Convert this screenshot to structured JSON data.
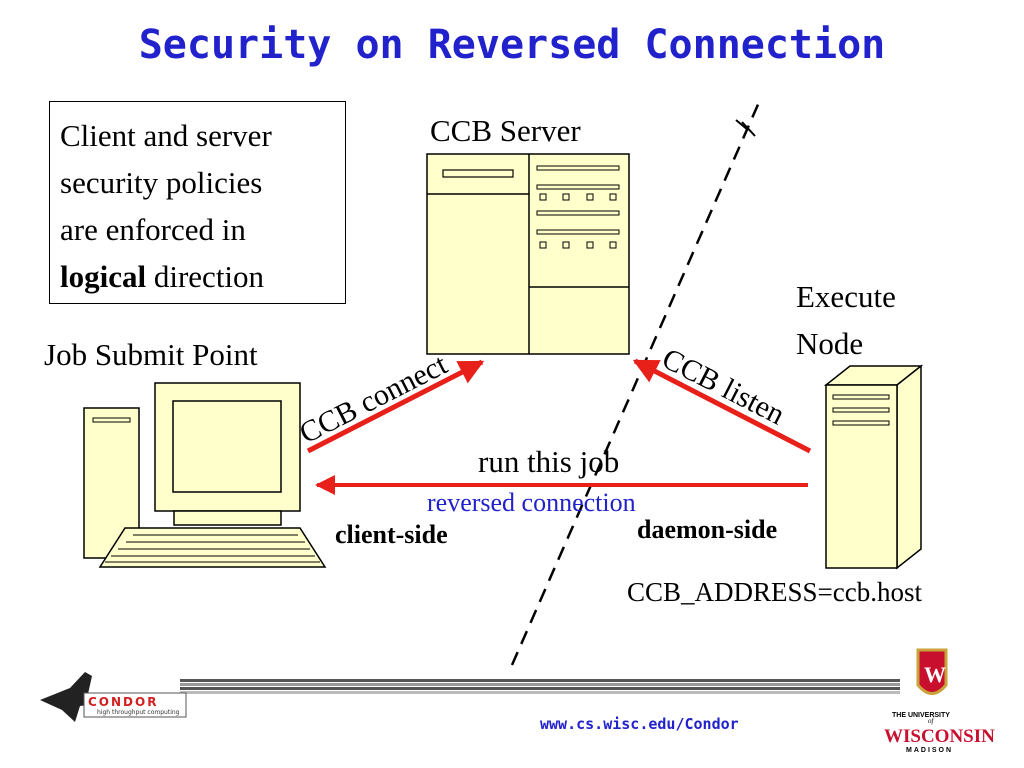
{
  "title": "Security on Reversed Connection",
  "policy_box": {
    "line1": "Client and server",
    "line2": "security policies",
    "line3": "are enforced in",
    "bold_word": "logical",
    "line4_rest": " direction"
  },
  "nodes": {
    "ccb_server": "CCB Server",
    "job_submit_point": "Job Submit Point",
    "execute_node_line1": "Execute",
    "execute_node_line2": "Node"
  },
  "arrows": {
    "ccb_connect": "CCB connect",
    "ccb_listen": "CCB listen",
    "run_job": "run this job",
    "reversed_connection": "reversed connection"
  },
  "side_labels": {
    "client_side": "client-side",
    "daemon_side": "daemon-side"
  },
  "ccb_address": "CCB_ADDRESS=ccb.host",
  "footer": {
    "logo_name": "CONDOR",
    "logo_tagline": "high throughput computing",
    "url": "www.cs.wisc.edu/Condor",
    "university_line1": "THE UNIVERSITY",
    "university_of": "of",
    "university_name": "WISCONSIN",
    "university_line3": "MADISON"
  },
  "colors": {
    "title_blue": "#2222cc",
    "arrow_red": "#e8201a",
    "machine_fill": "#ffffcc",
    "reversed_blue": "#2222cc"
  }
}
